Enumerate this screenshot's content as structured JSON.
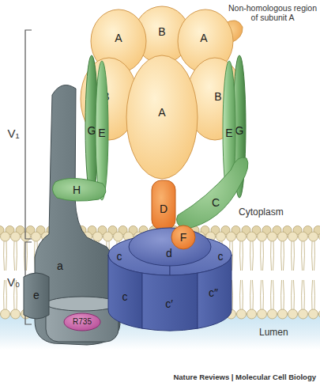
{
  "diagram": {
    "nodes": [
      {
        "text": [
          "A"
        ]
      },
      {
        "text": [
          "B"
        ]
      },
      {
        "text": [
          "A"
        ]
      },
      {
        "text": [
          "B"
        ]
      },
      {
        "text": [
          "A"
        ]
      },
      {
        "text": [
          "B"
        ]
      },
      {
        "text": [
          "G"
        ]
      },
      {
        "text": [
          "E"
        ]
      },
      {
        "text": [
          "E"
        ]
      },
      {
        "text": [
          "G"
        ]
      },
      {
        "text": [
          "H"
        ]
      },
      {
        "text": [
          "C"
        ]
      },
      {
        "text": [
          "D"
        ]
      },
      {
        "text": [
          "F"
        ]
      },
      {
        "text": [
          "a"
        ]
      },
      {
        "text": [
          "d"
        ]
      },
      {
        "text": [
          "c"
        ]
      },
      {
        "text": [
          "c"
        ]
      },
      {
        "text": [
          "c"
        ]
      },
      {
        "text": [
          "c′"
        ]
      },
      {
        "text": [
          "c″"
        ]
      },
      {
        "text": [
          "e"
        ]
      },
      {
        "text": [
          "R735"
        ],
        "in": 14
      }
    ],
    "labels": [
      "Non-homologous region of subunit A",
      "V₁",
      "V₀",
      "Cytoplasm",
      "Lumen",
      "Nature Reviews | Molecular Cell Biology"
    ]
  }
}
